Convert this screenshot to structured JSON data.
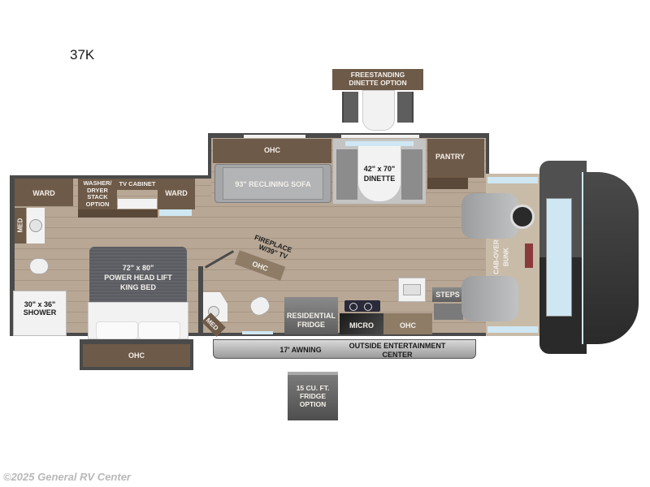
{
  "model": "37K",
  "options": {
    "freestanding_dinette": "FREESTANDING DINETTE OPTION",
    "fridge_option": "15 CU. FT. FRIDGE OPTION"
  },
  "rear": {
    "ward_left": "WARD",
    "med_left": "MED",
    "washer_dryer": "WASHER/ DRYER STACK OPTION",
    "tv_cabinet": "TV CABINET",
    "ward_right": "WARD",
    "shower": "30\" x 36\" SHOWER",
    "bed_size": "72\" x 80\"",
    "bed_type": "POWER  HEAD LIFT",
    "bed_name": "KING BED",
    "ohc_rear": "OHC",
    "med_bath": "MED"
  },
  "living": {
    "ohc_sofa": "OHC",
    "sofa": "93\" RECLINING SOFA",
    "dinette_size": "42\" x 70\"",
    "dinette": "DINETTE",
    "pantry": "PANTRY",
    "fireplace_line1": "FIREPLACE",
    "fireplace_line2": "W/39\" TV",
    "fireplace_ohc": "OHC"
  },
  "kitchen": {
    "fridge_line1": "RESIDENTIAL",
    "fridge_line2": "FRIDGE",
    "micro": "MICRO",
    "ohc": "OHC",
    "steps": "STEPS"
  },
  "exterior": {
    "awning": "17' AWNING",
    "oec_line1": "OUTSIDE ENTERTAINMENT",
    "oec_line2": "CENTER"
  },
  "cab": {
    "bunk_line1": "CAB-OVER",
    "bunk_line2": "BUNK"
  },
  "footer": {
    "copyright": "©2025 General RV Center"
  },
  "colors": {
    "cabinet": "#6e5a48",
    "floor": "#b8a795",
    "wall": "#4a4a4a",
    "cab_body": "#3a3a3a",
    "glass": "#cfe7f2"
  }
}
